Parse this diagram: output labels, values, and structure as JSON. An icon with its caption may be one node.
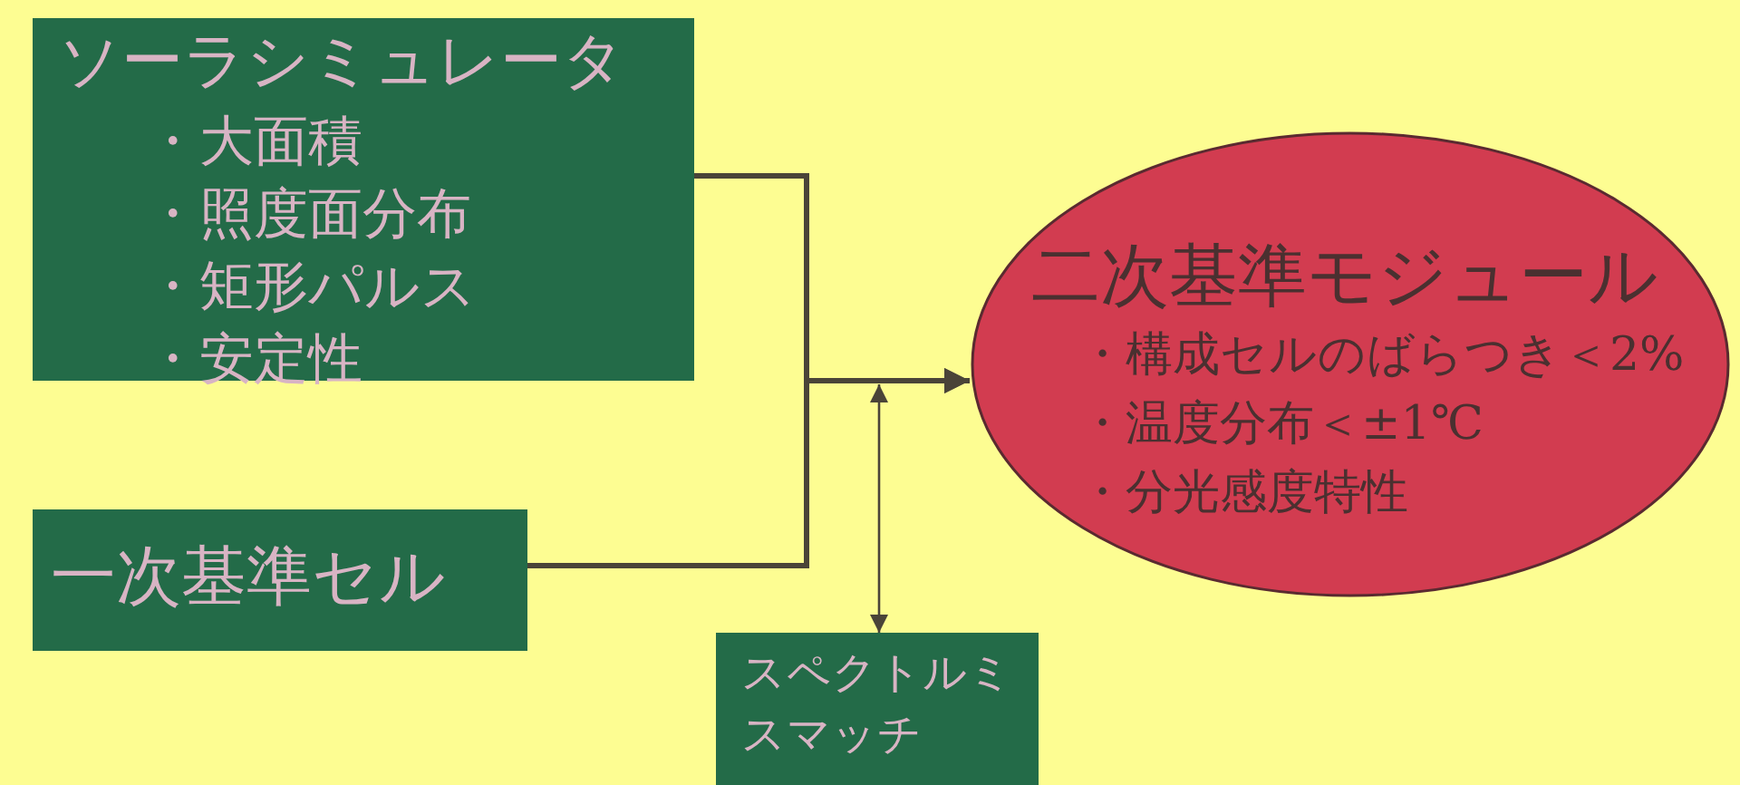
{
  "diagram": {
    "nodes": [
      {
        "text": [
          "ソーラシミュレータ",
          "・大面積",
          "・照度面分布",
          "・矩形パルス",
          "・安定性"
        ]
      },
      {
        "text": [
          "二次基準モジュール",
          "・構成セルのばらつき＜2%",
          "・温度分布＜±1℃",
          "・分光感度特性"
        ]
      },
      {
        "text": [
          "一次基準セル"
        ]
      },
      {
        "text": [
          "スペクトルミスマッチ"
        ]
      }
    ],
    "edges": [
      {
        "from": 0,
        "to": 1,
        "arrow": "to"
      },
      {
        "from": 2,
        "to": 1,
        "arrow": "to"
      },
      {
        "from": 3,
        "to": null,
        "arrow": "both"
      }
    ]
  }
}
